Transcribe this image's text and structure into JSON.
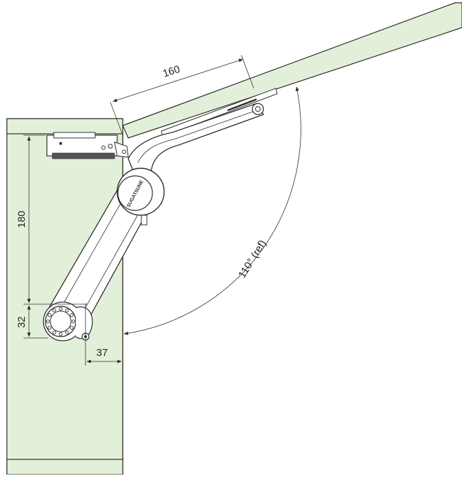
{
  "colors": {
    "panel_fill": "#e3f0d9",
    "panel_stroke": "#2b2b2b",
    "line": "#2b2b2b",
    "mechanism_fill": "#ffffff",
    "background": "#ffffff"
  },
  "dimensions": {
    "lid_length": "160",
    "arm_height": "180",
    "pivot_offset_vertical": "32",
    "pivot_offset_horizontal": "37",
    "opening_angle": "110° (ref)"
  },
  "labels": {
    "logo_mark": "SUGATSUNE"
  },
  "icons": {
    "arrowhead": "arrowhead-icon"
  }
}
